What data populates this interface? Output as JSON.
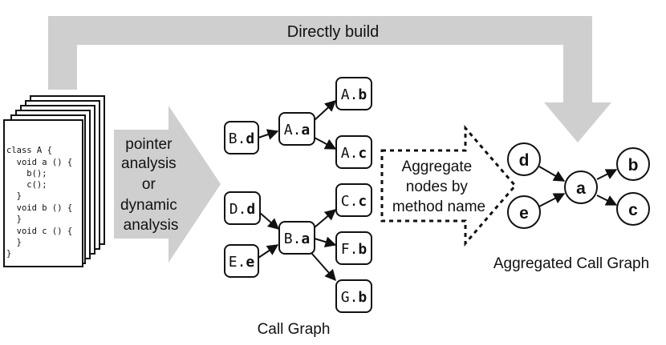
{
  "top_arrow": {
    "label": "Directly build"
  },
  "source_code": {
    "lines": [
      "class A {",
      "  void a () {",
      "    b();",
      "    c();",
      "  }",
      "  void b () {",
      "  }",
      "  void c () {",
      "  }",
      "}"
    ]
  },
  "analysis_arrow": {
    "lines": [
      "pointer",
      "analysis",
      "or",
      "dynamic",
      "analysis"
    ]
  },
  "call_graph": {
    "label": "Call Graph",
    "nodes": {
      "Bd": {
        "prefix": "B.",
        "method": "d"
      },
      "Aa": {
        "prefix": "A.",
        "method": "a"
      },
      "Ab": {
        "prefix": "A.",
        "method": "b"
      },
      "Ac": {
        "prefix": "A.",
        "method": "c"
      },
      "Dd": {
        "prefix": "D.",
        "method": "d"
      },
      "Ee": {
        "prefix": "E.",
        "method": "e"
      },
      "Ba": {
        "prefix": "B.",
        "method": "a"
      },
      "Cc": {
        "prefix": "C.",
        "method": "c"
      },
      "Fb": {
        "prefix": "F.",
        "method": "b"
      },
      "Gb": {
        "prefix": "G.",
        "method": "b"
      }
    },
    "edges": [
      [
        "Bd",
        "Aa"
      ],
      [
        "Aa",
        "Ab"
      ],
      [
        "Aa",
        "Ac"
      ],
      [
        "Dd",
        "Ba"
      ],
      [
        "Ee",
        "Ba"
      ],
      [
        "Ba",
        "Cc"
      ],
      [
        "Ba",
        "Fb"
      ],
      [
        "Ba",
        "Gb"
      ]
    ]
  },
  "aggregate_arrow": {
    "lines": [
      "Aggregate",
      "nodes by",
      "method name"
    ]
  },
  "aggregated_graph": {
    "label": "Aggregated Call Graph",
    "nodes": {
      "d": "d",
      "e": "e",
      "a": "a",
      "b": "b",
      "c": "c"
    },
    "edges": [
      [
        "d",
        "a"
      ],
      [
        "e",
        "a"
      ],
      [
        "a",
        "b"
      ],
      [
        "a",
        "c"
      ]
    ]
  }
}
